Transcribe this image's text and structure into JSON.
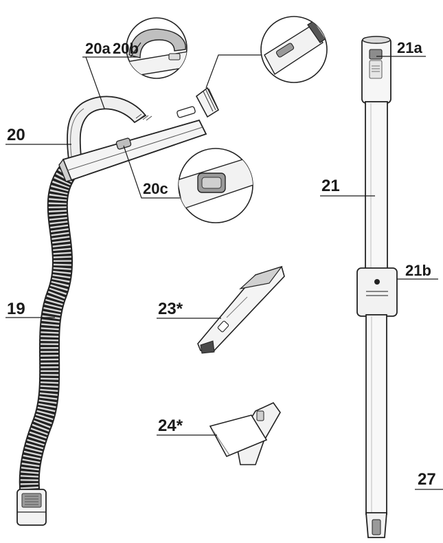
{
  "labels": {
    "l20a": "20a",
    "l20b": "20b",
    "l20": "20",
    "l20c": "20c",
    "l19": "19",
    "l21a": "21a",
    "l21": "21",
    "l21b": "21b",
    "l23": "23*",
    "l24": "24*",
    "l27": "27"
  },
  "colors": {
    "line": "#1a1a1a",
    "part_fill": "#f2f2f2",
    "part_dark": "#8c8c8c",
    "hose_fill": "#d9d9d9"
  }
}
